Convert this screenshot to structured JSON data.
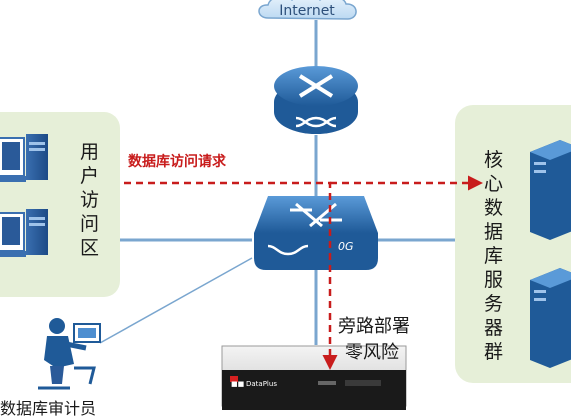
{
  "cloud": {
    "label": "Internet"
  },
  "user_zone": {
    "label": [
      "用",
      "户",
      "访",
      "问",
      "区"
    ]
  },
  "server_zone": {
    "label": [
      "核",
      "心",
      "数",
      "据",
      "库",
      "服",
      "务",
      "器",
      "群"
    ]
  },
  "flow": {
    "label": "数据库访问请求",
    "color": "#c81c1c"
  },
  "bypass": {
    "label_line1": "旁路部署",
    "label_line2": "零风险"
  },
  "switch": {
    "badge": "0G"
  },
  "auditor": {
    "label": "数据库审计员"
  },
  "appliance": {
    "brand_mark": "■■",
    "brand_name": "DataPlus"
  },
  "colors": {
    "zone_fill": "#e6efd8",
    "link_line": "#7aa6cf",
    "router_blue": "#2d6ca8",
    "dashed_red": "#c81c1c"
  }
}
